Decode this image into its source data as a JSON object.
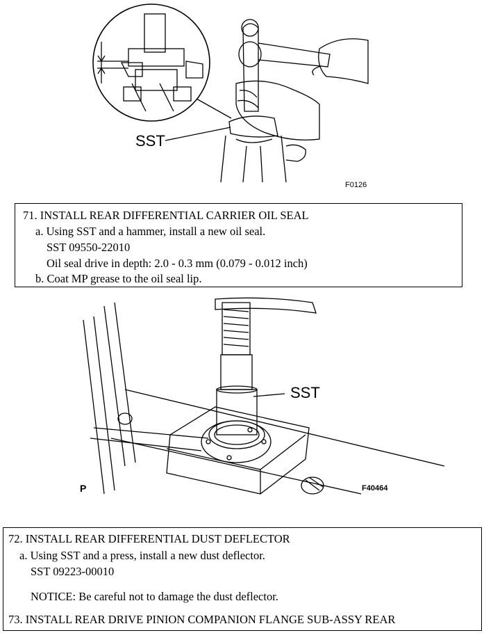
{
  "figure1": {
    "sst_label": "SST",
    "code": "F0126"
  },
  "step71": {
    "heading": "71. INSTALL REAR DIFFERENTIAL CARRIER OIL SEAL",
    "line_a": "a. Using SST and a hammer, install a new oil seal.",
    "sst": "SST 09550-22010",
    "depth": "Oil seal drive in depth: 2.0 - 0.3 mm (0.079 - 0.012 inch)",
    "line_b": "b. Coat MP grease to the oil seal lip."
  },
  "figure2": {
    "sst_label": "SST",
    "p_label": "P",
    "code": "F40464"
  },
  "step72": {
    "heading": "72. INSTALL REAR DIFFERENTIAL DUST DEFLECTOR",
    "line_a": "a. Using SST and a press, install a new dust deflector.",
    "sst": "SST 09223-00010",
    "notice": "NOTICE: Be careful not to damage the dust deflector.",
    "next": "73. INSTALL REAR DRIVE PINION COMPANION FLANGE SUB-ASSY REAR"
  }
}
